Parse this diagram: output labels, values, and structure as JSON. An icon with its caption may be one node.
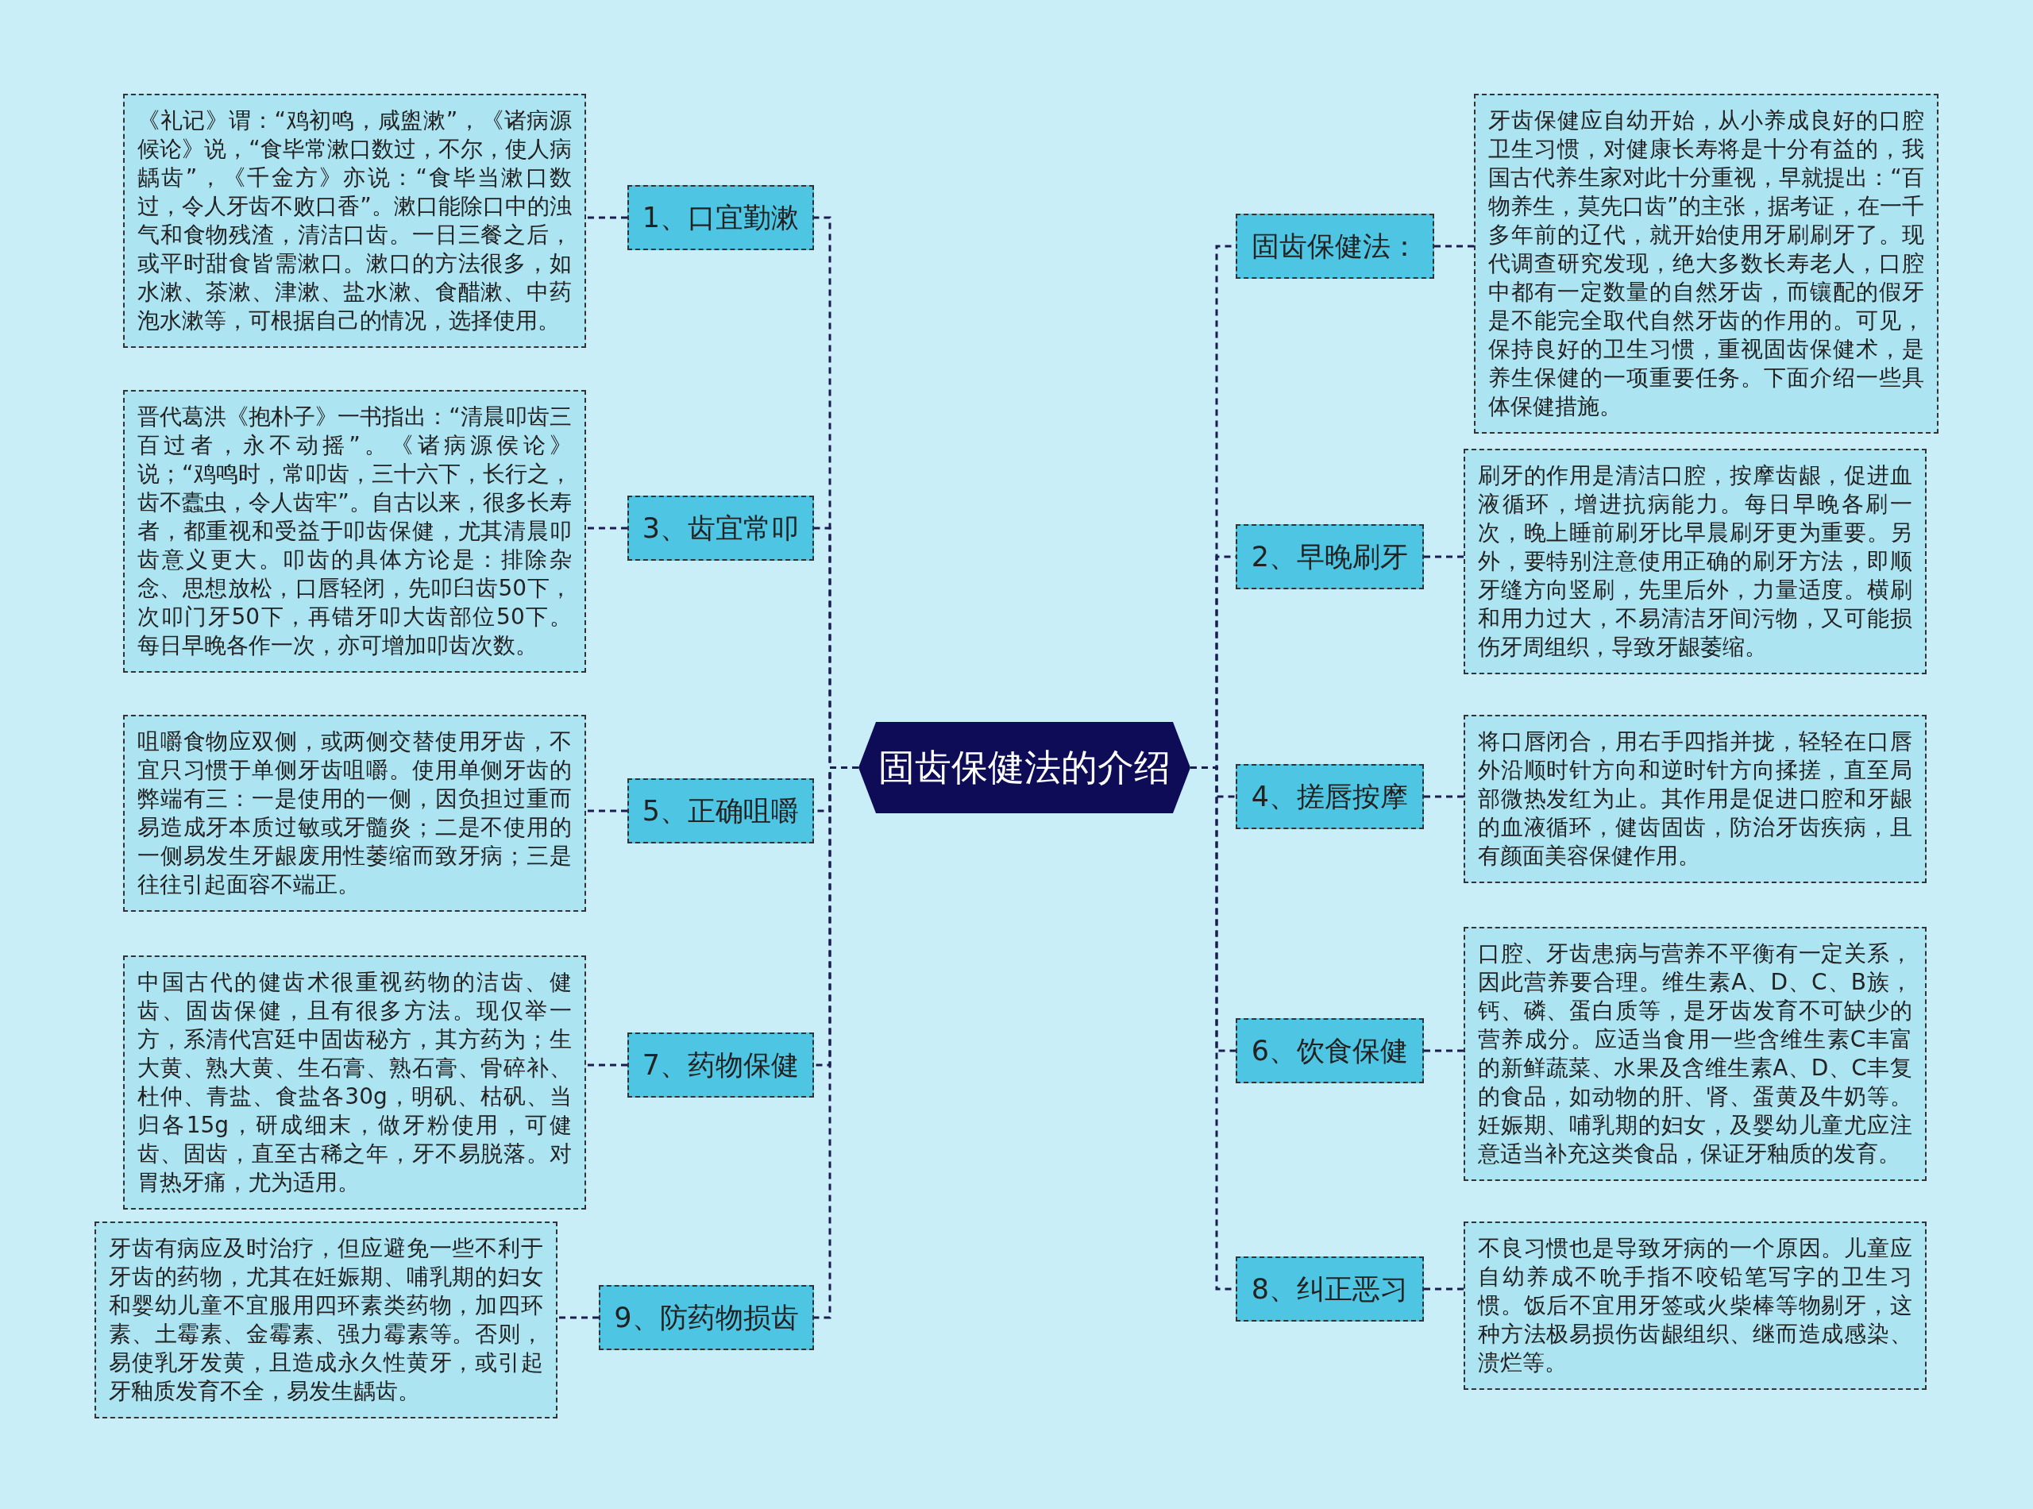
{
  "diagram": {
    "nodes": [
      {
        "text": [
          "固齿保健法的介绍"
        ]
      },
      {
        "text": [
          "固齿保健法："
        ]
      },
      {
        "text": [
          "牙齿保健应自幼开始，从小养成良好的口腔卫生习惯，对健康长寿将是十分有益的，我国古代养生家对此十分重视，早就提出：“百物养生，莫先口齿”的主张，据考证，在一千多年前的辽代，就开始使用牙刷刷牙了。现代调查研究发现，绝大多数长寿老人，口腔中都有一定数量的自然牙齿，而镶配的假牙是不能完全取代自然牙齿的作用的。可见，保持良好的卫生习惯，重视固齿保健术，是养生保健的一项重要任务。下面介绍一些具体保健措施。"
        ]
      },
      {
        "text": [
          "1、口宜勤漱"
        ]
      },
      {
        "text": [
          "《礼记》谓：“鸡初鸣，咸盥漱”，《诸病源候论》说，“食毕常漱口数过，不尔，使人病龋齿”，《千金方》亦说：“食毕当漱口数过，令人牙齿不败口香”。漱口能除口中的浊气和食物残渣，清洁口齿。一日三餐之后，或平时甜食皆需漱口。漱口的方法很多，如水漱、茶漱、津漱、盐水漱、食醋漱、中药泡水漱等，可根据自己的情况，选择使用。"
        ]
      },
      {
        "text": [
          "2、早晚刷牙"
        ]
      },
      {
        "text": [
          "刷牙的作用是清洁口腔，按摩齿龈，促进血液循环，增进抗病能力。每日早晚各刷一次，晚上睡前刷牙比早晨刷牙更为重要。另外，要特别注意使用正确的刷牙方法，即顺牙缝方向竖刷，先里后外，力量适度。横刷和用力过大，不易清洁牙间污物，又可能损伤牙周组织，导致牙龈萎缩。"
        ]
      },
      {
        "text": [
          "3、齿宜常叩"
        ]
      },
      {
        "text": [
          "晋代葛洪《抱朴子》一书指出：“清晨叩齿三百过者，永不动摇”。《诸病源侯论》说；“鸡鸣时，常叩齿，三十六下，长行之，齿不蠹虫，令人齿牢”。自古以来，很多长寿者，都重视和受益于叩齿保健，尤其清晨叩齿意义更大。叩齿的具体方论是：排除杂念、思想放松，口唇轻闭，先叩臼齿50下，次叩门牙50下，再错牙叩大齿部位50下。每日早晚各作一次，亦可增加叩齿次数。"
        ]
      },
      {
        "text": [
          "4、搓唇按摩"
        ]
      },
      {
        "text": [
          "将口唇闭合，用右手四指并拢，轻轻在口唇外沿顺时针方向和逆时针方向揉搓，直至局部微热发红为止。其作用是促进口腔和牙龈的血液循环，健齿固齿，防治牙齿疾病，且有颜面美容保健作用。"
        ]
      },
      {
        "text": [
          "5、正确咀嚼"
        ]
      },
      {
        "text": [
          "咀嚼食物应双侧，或两侧交替使用牙齿，不宜只习惯于单侧牙齿咀嚼。使用单侧牙齿的弊端有三：一是使用的一侧，因负担过重而易造成牙本质过敏或牙髓炎；二是不使用的一侧易发生牙龈废用性萎缩而致牙病；三是往往引起面容不端正。"
        ]
      },
      {
        "text": [
          "6、饮食保健"
        ]
      },
      {
        "text": [
          "口腔、牙齿患病与营养不平衡有一定关系，因此营养要合理。维生素A、D、C、B族，钙、磷、蛋白质等，是牙齿发育不可缺少的营养成分。应适当食用一些含维生素C丰富的新鲜蔬菜、水果及含维生素A、D、C丰复的食品，如动物的肝、肾、蛋黄及牛奶等。妊娠期、哺乳期的妇女，及婴幼儿童尤应注意适当补充这类食品，保证牙釉质的发育。"
        ]
      },
      {
        "text": [
          "7、药物保健"
        ]
      },
      {
        "text": [
          "中国古代的健齿术很重视药物的洁齿、健齿、固齿保健，且有很多方法。现仅举一方，系清代宫廷中固齿秘方，其方药为；生大黄、熟大黄、生石膏、熟石膏、骨碎补、杜仲、青盐、食盐各30g，明矾、枯矾、当归各15g，研成细末，做牙粉使用，可健齿、固齿，直至古稀之年，牙不易脱落。对胃热牙痛，尤为适用。"
        ]
      },
      {
        "text": [
          "8、纠正恶习"
        ]
      },
      {
        "text": [
          "不良习惯也是导致牙病的一个原因。儿童应自幼养成不吮手指不咬铅笔写字的卫生习惯。饭后不宜用牙签或火柴棒等物剔牙，这种方法极易损伤齿龈组织、继而造成感染、溃烂等。"
        ]
      },
      {
        "text": [
          "9、防药物损齿"
        ]
      },
      {
        "text": [
          "牙齿有病应及时治疗，但应避免一些不利于牙齿的药物，尤其在妊娠期、哺乳期的妇女和婴幼儿童不宜服用四环素类药物，加四环素、土霉素、金霉素、强力霉素等。否则，易使乳牙发黄，且造成永久性黄牙，或引起牙釉质发育不全，易发生龋齿。"
        ]
      }
    ],
    "edges": [
      {
        "from": 0,
        "to": 1,
        "arrow": "none",
        "style": "dashed"
      },
      {
        "from": 1,
        "to": 2,
        "arrow": "none",
        "style": "dashed"
      },
      {
        "from": 0,
        "to": 3,
        "arrow": "none",
        "style": "dashed"
      },
      {
        "from": 3,
        "to": 4,
        "arrow": "none",
        "style": "dashed"
      },
      {
        "from": 0,
        "to": 5,
        "arrow": "none",
        "style": "dashed"
      },
      {
        "from": 5,
        "to": 6,
        "arrow": "none",
        "style": "dashed"
      },
      {
        "from": 0,
        "to": 7,
        "arrow": "none",
        "style": "dashed"
      },
      {
        "from": 7,
        "to": 8,
        "arrow": "none",
        "style": "dashed"
      },
      {
        "from": 0,
        "to": 9,
        "arrow": "none",
        "style": "dashed"
      },
      {
        "from": 9,
        "to": 10,
        "arrow": "none",
        "style": "dashed"
      },
      {
        "from": 0,
        "to": 11,
        "arrow": "none",
        "style": "dashed"
      },
      {
        "from": 11,
        "to": 12,
        "arrow": "none",
        "style": "dashed"
      },
      {
        "from": 0,
        "to": 13,
        "arrow": "none",
        "style": "dashed"
      },
      {
        "from": 13,
        "to": 14,
        "arrow": "none",
        "style": "dashed"
      },
      {
        "from": 0,
        "to": 15,
        "arrow": "none",
        "style": "dashed"
      },
      {
        "from": 15,
        "to": 16,
        "arrow": "none",
        "style": "dashed"
      },
      {
        "from": 0,
        "to": 17,
        "arrow": "none",
        "style": "dashed"
      },
      {
        "from": 17,
        "to": 18,
        "arrow": "none",
        "style": "dashed"
      },
      {
        "from": 0,
        "to": 19,
        "arrow": "none",
        "style": "dashed"
      },
      {
        "from": 19,
        "to": 20,
        "arrow": "none",
        "style": "dashed"
      }
    ]
  }
}
